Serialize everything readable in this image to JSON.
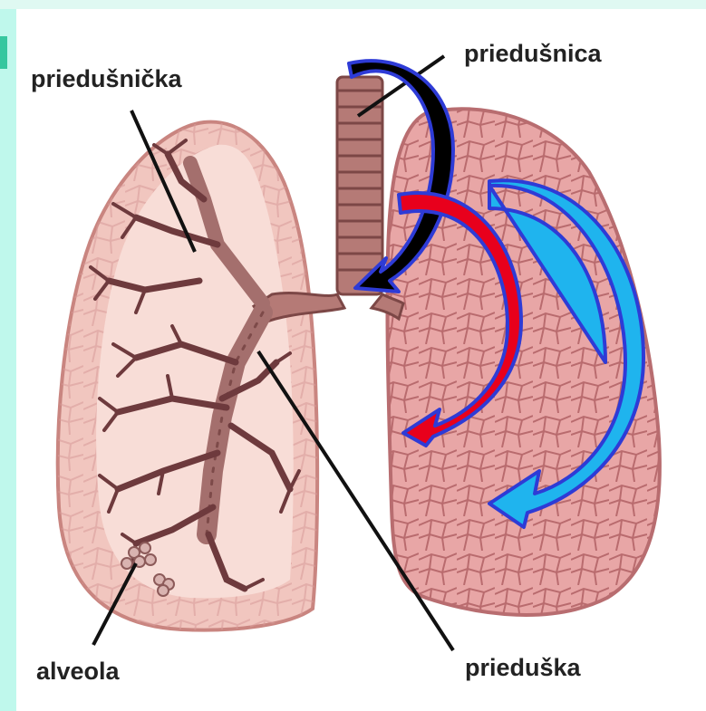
{
  "labels": {
    "trachea": "priedušnica",
    "bronchiole": "priedušnička",
    "alveolus": "alveola",
    "bronchus": "prieduška"
  },
  "colors": {
    "background_strip": "#bff8ec",
    "lung_left": "#f3c9c3",
    "lung_right": "#e9a8a8",
    "airway": "#a96f6c",
    "branch": "#6e3a3d",
    "arrow_black": "#000000",
    "arrow_red": "#e8001c",
    "arrow_blue": "#1fb4ee",
    "arrow_outline": "#2e3bd6"
  }
}
